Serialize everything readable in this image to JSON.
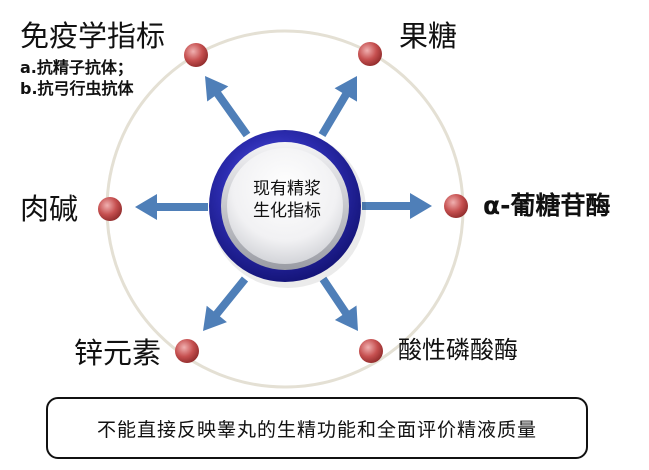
{
  "center": {
    "line1": "现有精浆",
    "line2": "生化指标"
  },
  "nodes": {
    "immunology": {
      "label": "免疫学指标",
      "items": [
        "a.抗精子抗体；",
        "b.抗弓行虫抗体"
      ]
    },
    "fructose": {
      "label": "果糖"
    },
    "alpha_glucosidase": {
      "label": "α-葡糖苷酶"
    },
    "acid_phosphatase": {
      "label": "酸性磷酸酶"
    },
    "zinc": {
      "label": "锌元素"
    },
    "carnitine": {
      "label": "肉碱"
    }
  },
  "note": "不能直接反映睾丸的生精功能和全面评价精液质量",
  "colors": {
    "arrow": "#4f7fb8",
    "node": "#b84848",
    "ring": "#e4e0d4",
    "hub_ring": "#2e2ea6"
  }
}
